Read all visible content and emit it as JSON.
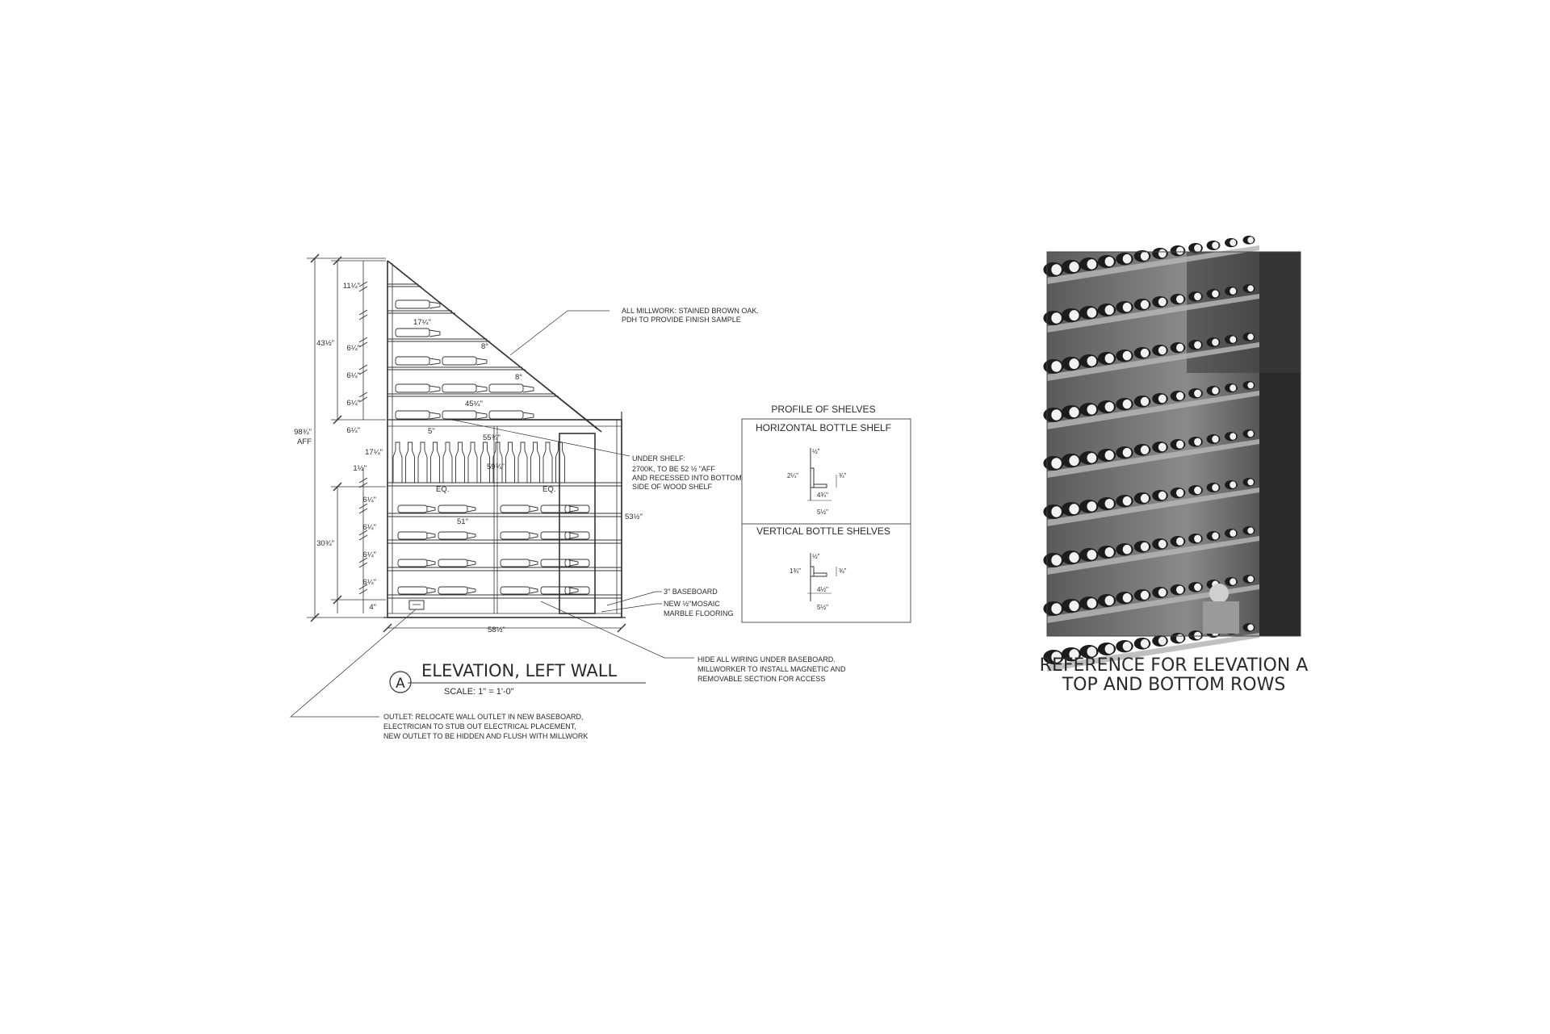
{
  "elevation": {
    "marker": "A",
    "title": "ELEVATION, LEFT WALL",
    "scale": "SCALE: 1\" = 1'-0\""
  },
  "dims_left": {
    "d11": "11¼\"",
    "d6a": "6¼\"",
    "d6b": "6¼\"",
    "d6c": "6¼\"",
    "d6d": "6¼\"",
    "d43": "43½\"",
    "d98": "98¾\"",
    "aff": "AFF",
    "d17": "17¼\"",
    "d1": "1½\"",
    "d6e": "6¼\"",
    "d6f": "6¼\"",
    "d6g": "6¼\"",
    "d6h": "6¼\"",
    "d30": "30¾\"",
    "d4": "4\""
  },
  "dims_inner": {
    "d17top": "17¼\"",
    "deg1": "8°",
    "deg2": "8°",
    "d45": "45¼\"",
    "d5": "5\"",
    "d55": "55¾\"",
    "d59": "59¾\"",
    "eq1": "EQ.",
    "eq2": "EQ.",
    "d51": "51\"",
    "d53": "53½\"",
    "d58": "58½\""
  },
  "notes": {
    "millwork": [
      "ALL MILLWORK: STAINED BROWN OAK.",
      "PDH TO PROVIDE FINISH SAMPLE"
    ],
    "under_shelf": [
      "UNDER SHELF:",
      "2700K, TO BE 52 ½ \"AFF",
      "AND RECESSED INTO BOTTOM",
      "SIDE OF WOOD SHELF"
    ],
    "baseboard": "3\" BASEBOARD",
    "flooring": [
      "NEW ½\"MOSAIC",
      "MARBLE FLOORING"
    ],
    "wiring": [
      "HIDE ALL WIRING UNDER BASEBOARD.",
      "MILLWORKER TO INSTALL MAGNETIC AND",
      "REMOVABLE SECTION FOR ACCESS"
    ],
    "outlet": [
      "OUTLET: RELOCATE WALL OUTLET IN NEW BASEBOARD,",
      "ELECTRICIAN TO STUB OUT ELECTRICAL PLACEMENT,",
      "NEW OUTLET TO BE HIDDEN AND FLUSH WITH MILLWORK"
    ]
  },
  "profile": {
    "heading": "PROFILE OF SHELVES",
    "horizontal": {
      "title": "HORIZONTAL BOTTLE SHELF",
      "dims": [
        "½\"",
        "2¼\"",
        "¾\"",
        "4¾\"",
        "5½\""
      ]
    },
    "vertical": {
      "title": "VERTICAL BOTTLE SHELVES",
      "dims": [
        "½\"",
        "1¾\"",
        "¾\"",
        "4½\"",
        "5½\""
      ]
    }
  },
  "reference": {
    "caption_line1": "REFERENCE FOR ELEVATION A",
    "caption_line2": "TOP AND BOTTOM ROWS"
  }
}
